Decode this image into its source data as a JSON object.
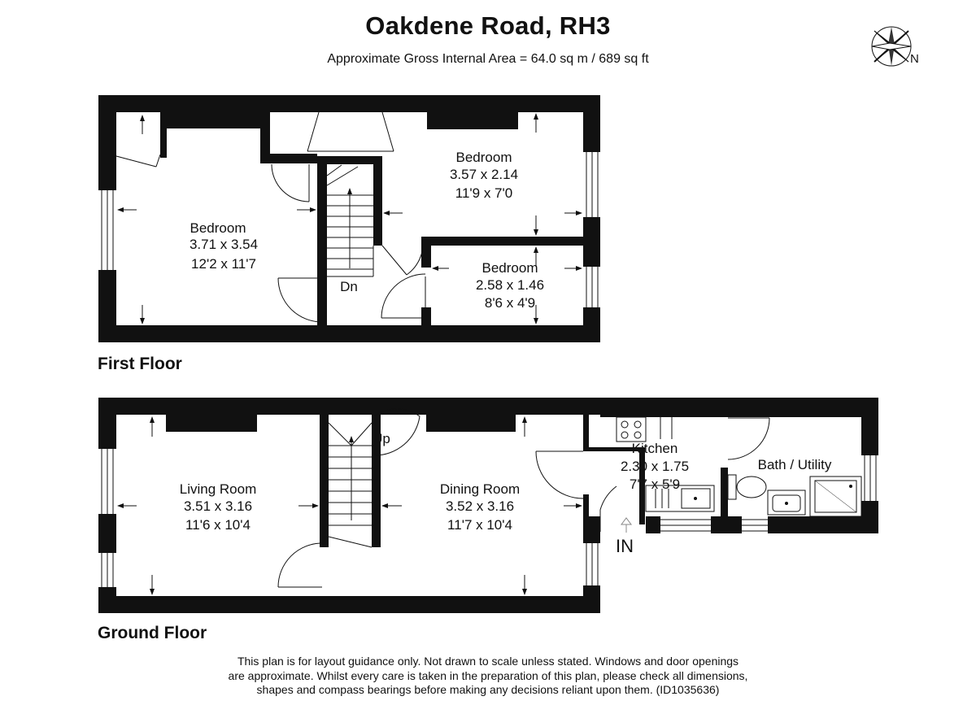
{
  "header": {
    "title": "Oakdene Road, RH3",
    "subtitle": "Approximate Gross Internal Area = 64.0 sq m / 689 sq ft"
  },
  "compass": {
    "label": "N",
    "icon": "compass-rose-icon"
  },
  "floors": {
    "first": {
      "label": "First Floor",
      "rooms": {
        "bedroom1": {
          "name": "Bedroom",
          "metric": "3.71 x 3.54",
          "imperial": "12'2 x 11'7"
        },
        "bedroom2": {
          "name": "Bedroom",
          "metric": "3.57 x 2.14",
          "imperial": "11'9 x 7'0"
        },
        "bedroom3": {
          "name": "Bedroom",
          "metric": "2.58 x 1.46",
          "imperial": "8'6 x 4'9"
        }
      },
      "stairs_label": "Dn"
    },
    "ground": {
      "label": "Ground Floor",
      "rooms": {
        "living": {
          "name": "Living Room",
          "metric": "3.51 x 3.16",
          "imperial": "11'6 x 10'4"
        },
        "dining": {
          "name": "Dining Room",
          "metric": "3.52 x 3.16",
          "imperial": "11'7 x 10'4"
        },
        "kitchen": {
          "name": "Kitchen",
          "metric": "2.30 x 1.75",
          "imperial": "7'7 x 5'9"
        },
        "bath": {
          "name": "Bath / Utility"
        }
      },
      "stairs_label": "Up",
      "entrance_label": "IN"
    }
  },
  "disclaimer": {
    "line1": "This plan is for layout guidance only. Not drawn to scale unless stated. Windows and door openings",
    "line2": "are approximate. Whilst every care is taken in the preparation of this plan, please check all dimensions,",
    "line3": "shapes and compass bearings before making any decisions reliant upon them. (ID1035636)"
  },
  "colors": {
    "wall": "#111111",
    "background": "#ffffff"
  }
}
